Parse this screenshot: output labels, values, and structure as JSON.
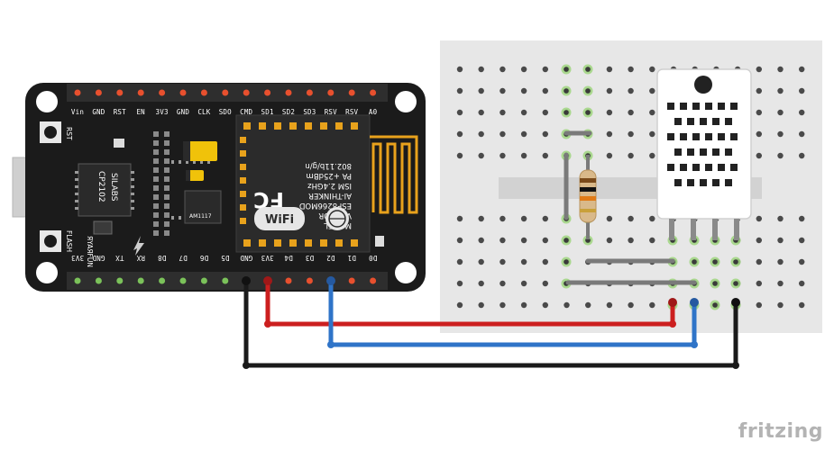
{
  "board": {
    "top_pin_labels": [
      "Vin",
      "GND",
      "RST",
      "EN",
      "3V3",
      "GND",
      "CLK",
      "SDO",
      "CMD",
      "SD1",
      "SD2",
      "SD3",
      "RSV",
      "RSV",
      "A0"
    ],
    "bottom_pin_labels": [
      "3V3",
      "GND",
      "TX",
      "RX",
      "D8",
      "D7",
      "D6",
      "D5",
      "GND",
      "3V3",
      "D4",
      "D3",
      "D2",
      "D1",
      "D0"
    ],
    "button_rst_label": "RST",
    "button_flash_label": "FLASH",
    "usb_chip_brand": "SILABS",
    "usb_chip_model": "CP2102",
    "maker_label": "ЯYAЯFUN",
    "regulator_label": "AM1117"
  },
  "module": {
    "lines": [
      "MODEL",
      "VENDOR",
      "ESP8266MOD",
      "AI-THINKER",
      "ISM 2.4GHz",
      "PA +25dBm",
      "802.11b/g/n"
    ],
    "fcc_logo": "FC",
    "wifi_logo": "WiFi"
  },
  "wires": [
    {
      "name": "vcc-wire",
      "color": "#cc1f1f"
    },
    {
      "name": "data-wire",
      "color": "#2f74c8"
    },
    {
      "name": "ground-wire",
      "color": "#1a1a1a"
    }
  ],
  "footer": {
    "brand": "fritzing"
  }
}
